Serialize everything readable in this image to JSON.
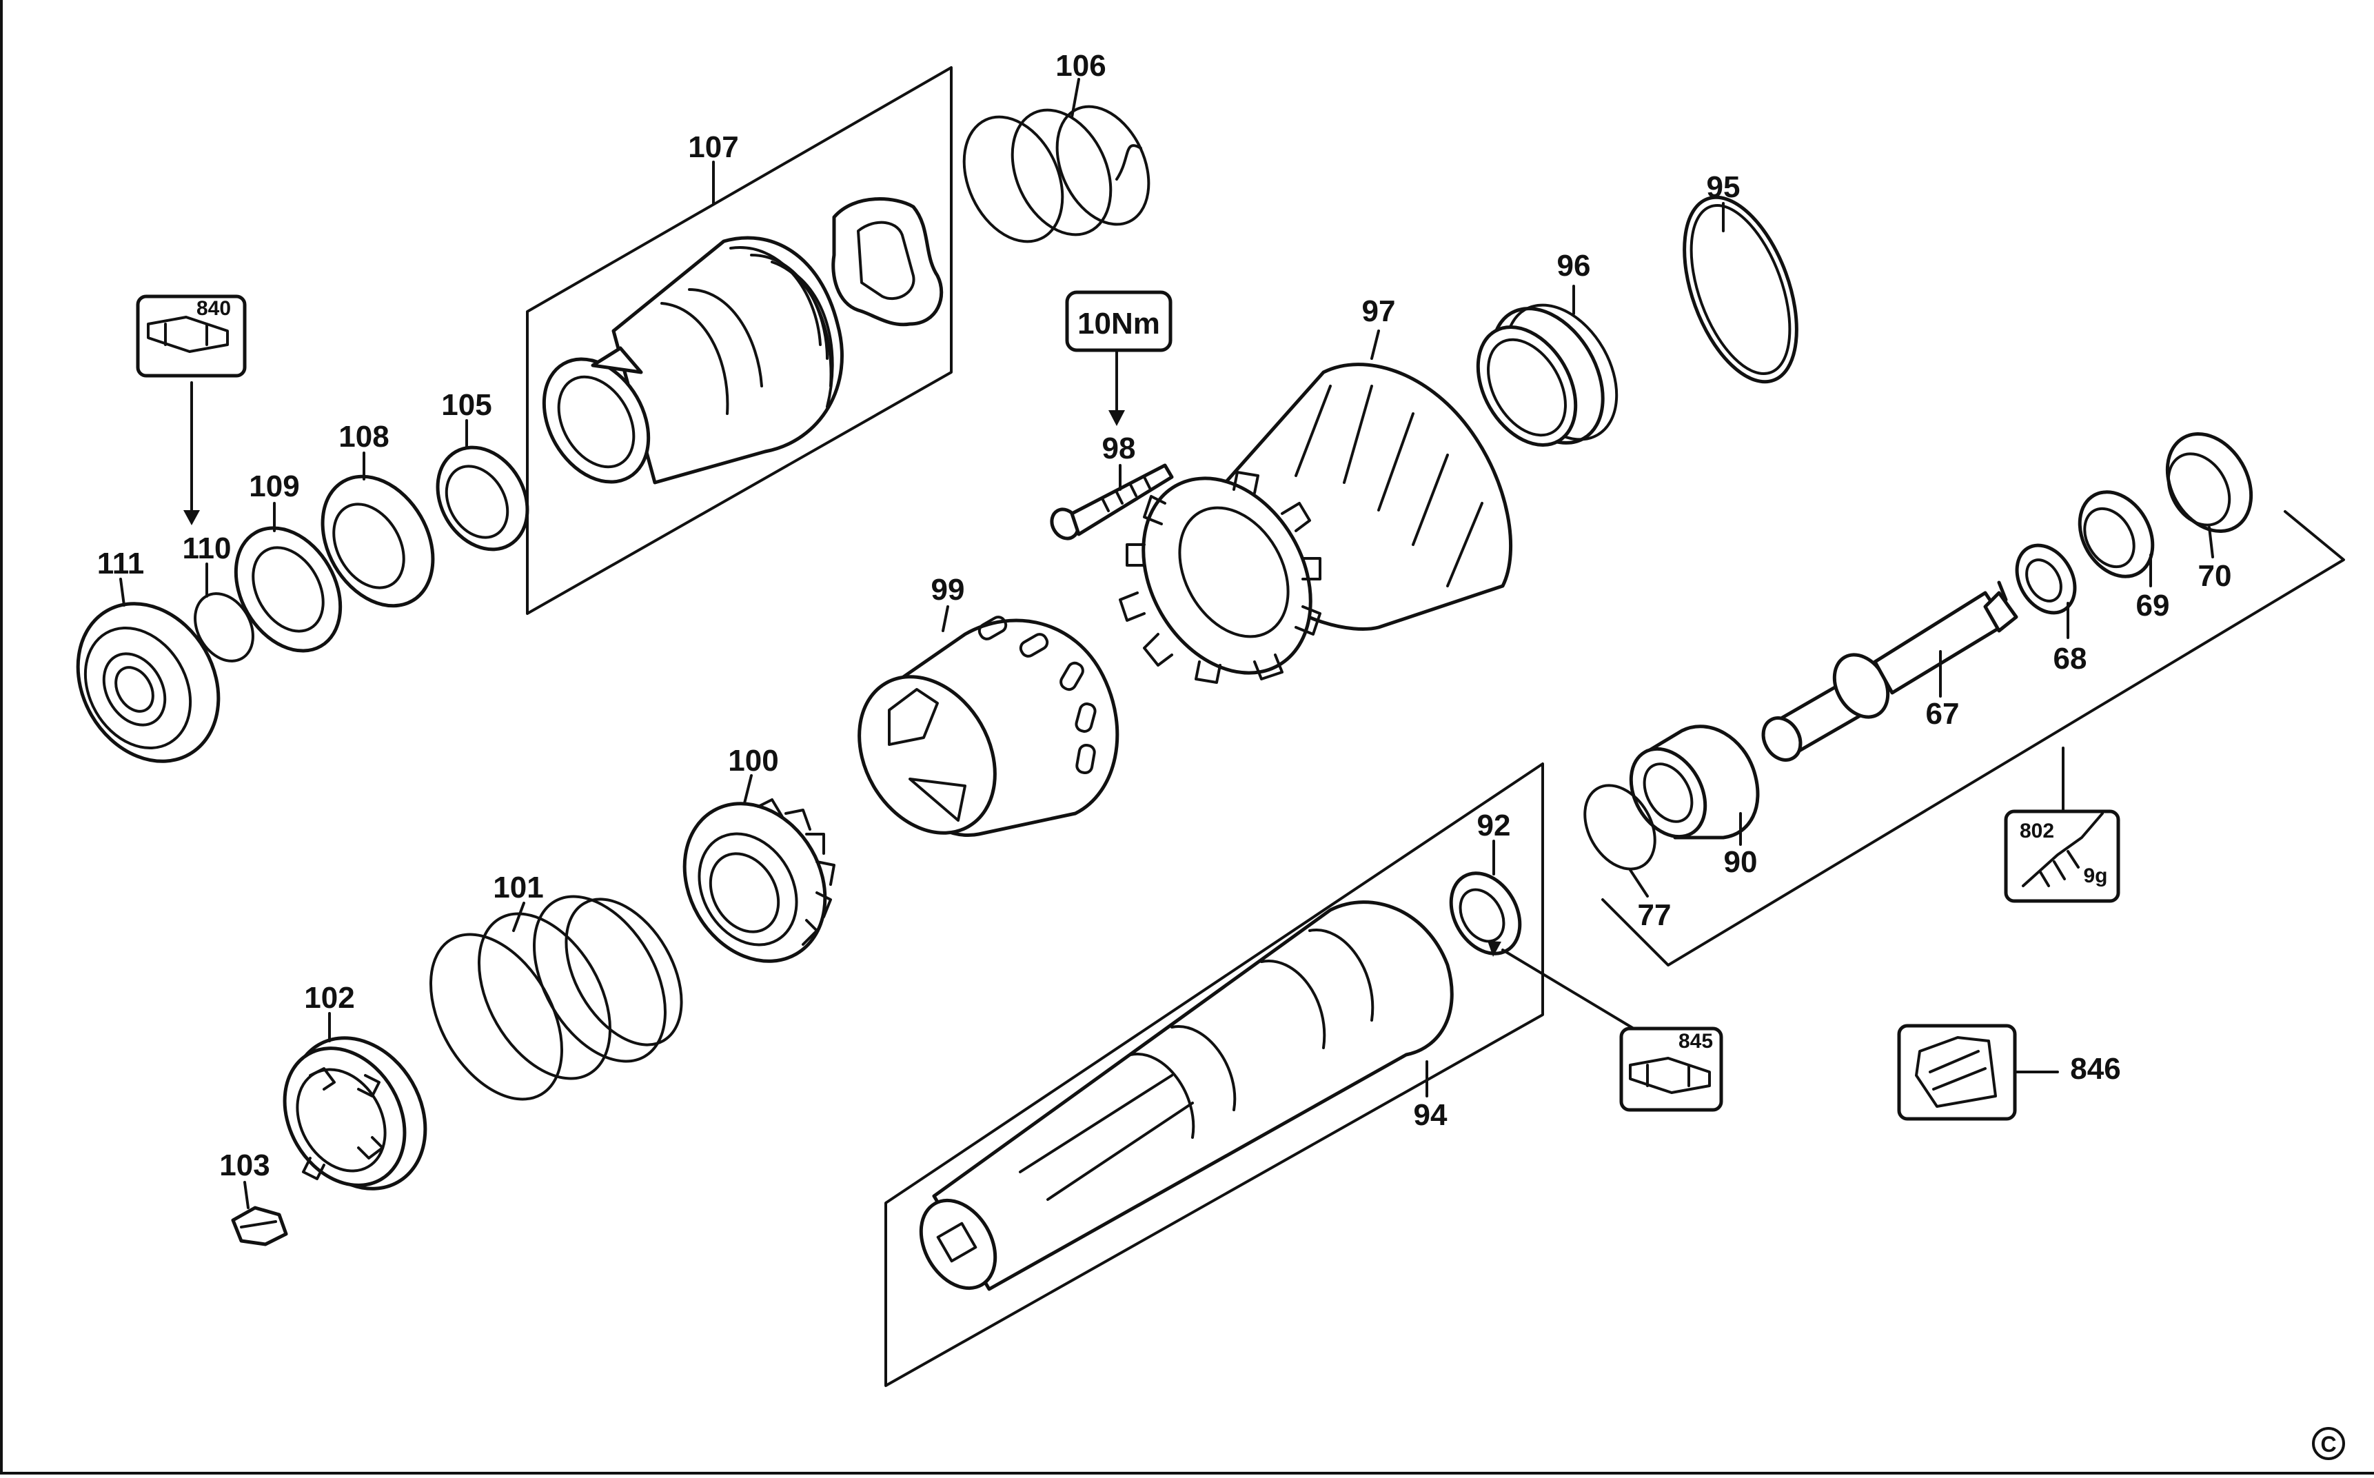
{
  "part_labels": {
    "p107": "107",
    "p106": "106",
    "p95": "95",
    "p96": "96",
    "p97": "97",
    "p98": "98",
    "p99": "99",
    "p100": "100",
    "p101": "101",
    "p102": "102",
    "p103": "103",
    "p105": "105",
    "p108": "108",
    "p109": "109",
    "p110": "110",
    "p111": "111",
    "p92": "92",
    "p94": "94",
    "p90": "90",
    "p77": "77",
    "p67": "67",
    "p68": "68",
    "p69": "69",
    "p70": "70"
  },
  "torque_spec": "10Nm",
  "kits": {
    "k840": "840",
    "k845": "845",
    "k846": "846",
    "k802": "802",
    "k802_amount": "9g"
  },
  "copyright_symbol": "C",
  "colors": {
    "ink": "#111111",
    "paper": "#ffffff"
  },
  "icons": [
    "grease-pack-icon",
    "clip-kit-icon",
    "grease-tube-icon",
    "copyright-icon"
  ]
}
